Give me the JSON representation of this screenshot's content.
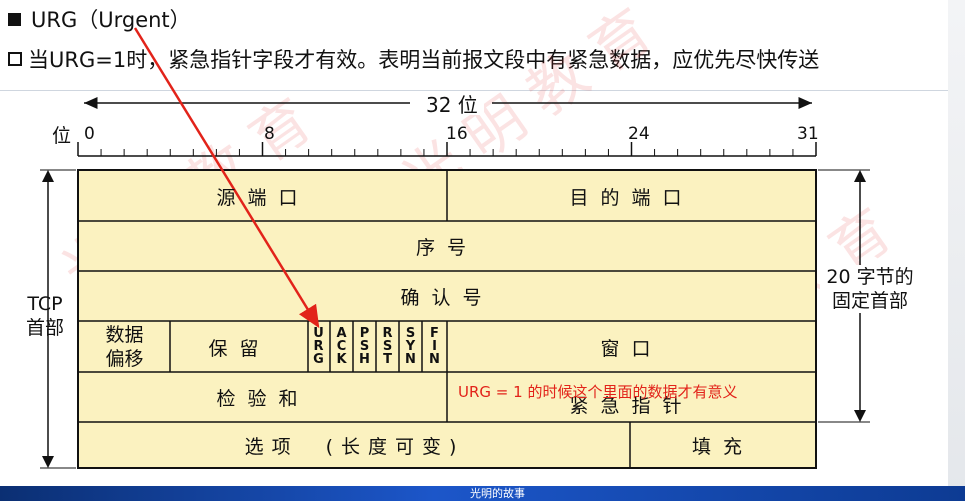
{
  "slide": {
    "heading": "URG（Urgent）",
    "description": "当URG=1时，紧急指针字段才有效。表明当前报文段中有紧急数据，应优先尽快传送"
  },
  "diagram": {
    "bits_label": "32 位",
    "bit_axis_label": "位",
    "ruler_numbers": [
      "0",
      "8",
      "16",
      "24",
      "31"
    ],
    "header_label_line1": "TCP",
    "header_label_line2": "首部",
    "fixed_label_line1": "20 字节的",
    "fixed_label_line2": "固定首部",
    "rows": {
      "source_port": "源端口",
      "dest_port": "目的端口",
      "sequence": "序号",
      "ack_number": "确认号",
      "data_offset_line1": "数据",
      "data_offset_line2": "偏移",
      "reserved": "保留",
      "window": "窗口",
      "checksum": "检验和",
      "urgent_pointer": "紧急指针",
      "options": "选项　(长度可变)",
      "padding": "填充"
    },
    "flags": [
      [
        "U",
        "R",
        "G"
      ],
      [
        "A",
        "C",
        "K"
      ],
      [
        "P",
        "S",
        "H"
      ],
      [
        "R",
        "S",
        "T"
      ],
      [
        "S",
        "Y",
        "N"
      ],
      [
        "F",
        "I",
        "N"
      ]
    ],
    "table_fill": "#fbf2c0",
    "annotation_color": "#e2231a"
  },
  "annotation": "URG = 1 的时候这个里面的数据才有意义",
  "taskbar": {
    "text": "光明的故事"
  }
}
